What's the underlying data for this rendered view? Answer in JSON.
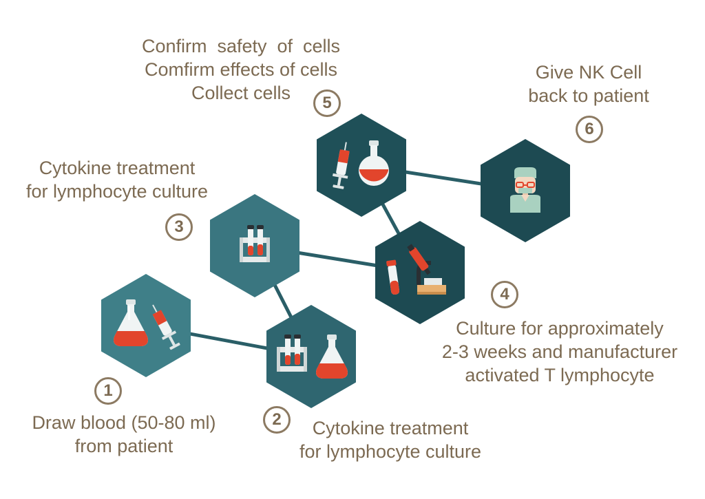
{
  "colors": {
    "text": "#7c6a52",
    "hex_light": "#3f7f88",
    "hex_mid": "#2f6670",
    "hex_dark": "#1d4a52",
    "connector": "#2a5e67",
    "liquid": "#e2452c"
  },
  "steps": [
    {
      "number": "1",
      "lines": [
        "Draw blood (50-80 ml)",
        "from patient"
      ],
      "icons": [
        "flask-icon",
        "syringe-icon"
      ]
    },
    {
      "number": "2",
      "lines": [
        "Cytokine treatment",
        "for lymphocyte culture"
      ],
      "icons": [
        "test-tube-rack-icon",
        "flask-icon"
      ]
    },
    {
      "number": "3",
      "lines": [
        "Cytokine treatment",
        "for lymphocyte culture"
      ],
      "icons": [
        "test-tube-rack-icon"
      ]
    },
    {
      "number": "4",
      "lines": [
        "Culture for approximately",
        "2-3 weeks and manufacturer",
        "activated T lymphocyte"
      ],
      "icons": [
        "microscope-icon",
        "test-tube-icon"
      ]
    },
    {
      "number": "5",
      "lines": [
        "Confirm  safety  of  cells",
        "Comfirm effects of cells",
        "Collect cells"
      ],
      "icons": [
        "syringe-icon",
        "flask-icon"
      ]
    },
    {
      "number": "6",
      "lines": [
        "Give NK Cell",
        "back to patient"
      ],
      "icons": [
        "patient-icon"
      ]
    }
  ]
}
